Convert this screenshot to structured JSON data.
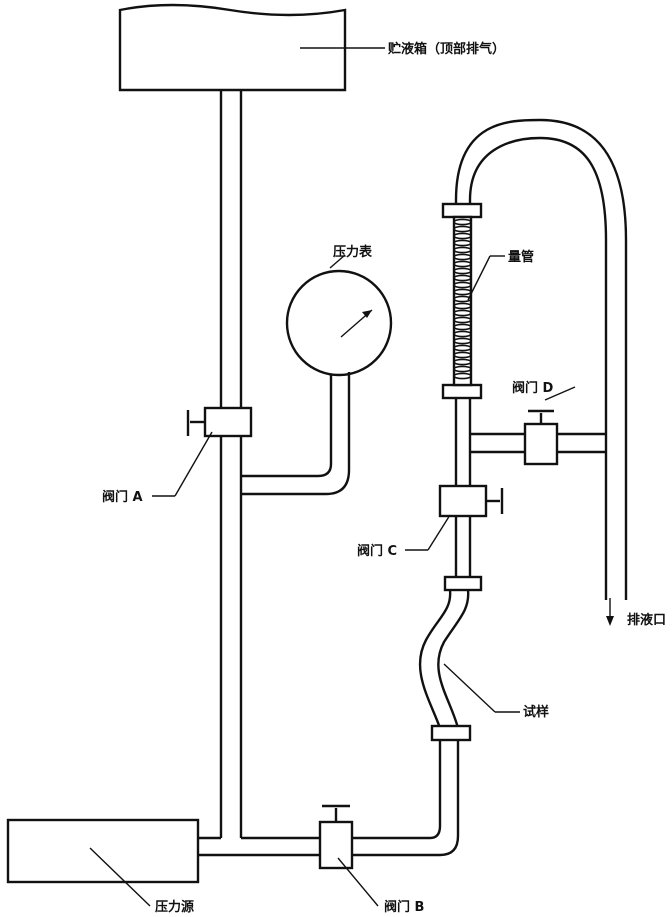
{
  "labels": {
    "reservoir": "贮液箱（顶部排气）",
    "gauge": "压力表",
    "burette": "量管",
    "valve_d": "阀门 D",
    "valve_a": "阀门 A",
    "valve_c": "阀门 C",
    "outlet": "排液口",
    "specimen": "试样",
    "pressure_source": "压力源",
    "valve_b": "阀门 B"
  }
}
